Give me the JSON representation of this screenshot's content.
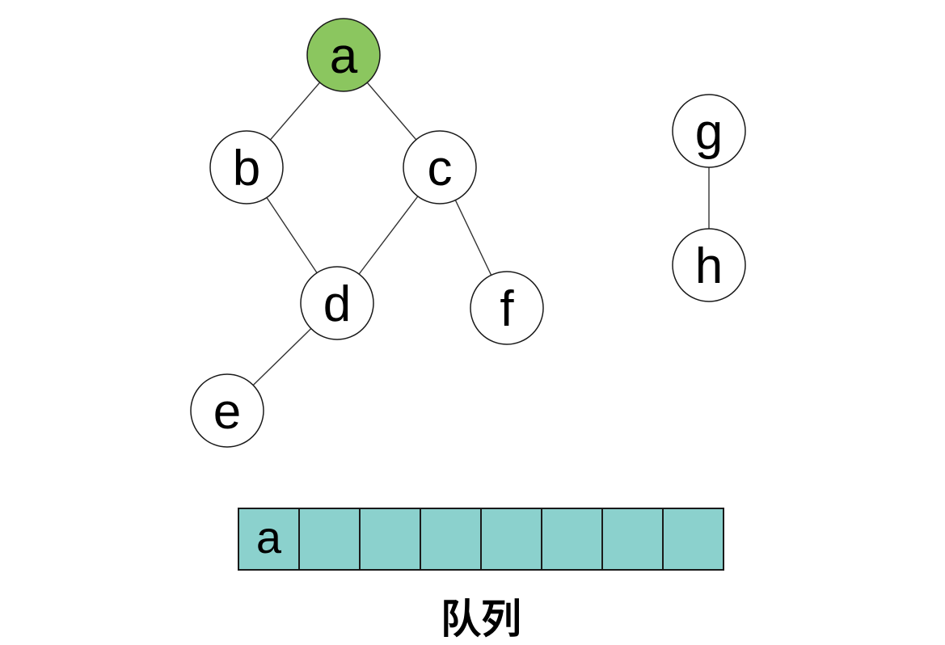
{
  "diagram": {
    "description_visible_text_only": ""
  },
  "graph": {
    "nodes": [
      {
        "id": "a",
        "label": "a",
        "fill": "#8BC65F",
        "highlighted": true
      },
      {
        "id": "b",
        "label": "b",
        "fill": "#FFFFFF",
        "highlighted": false
      },
      {
        "id": "c",
        "label": "c",
        "fill": "#FFFFFF",
        "highlighted": false
      },
      {
        "id": "d",
        "label": "d",
        "fill": "#FFFFFF",
        "highlighted": false
      },
      {
        "id": "e",
        "label": "e",
        "fill": "#FFFFFF",
        "highlighted": false
      },
      {
        "id": "f",
        "label": "f",
        "fill": "#FFFFFF",
        "highlighted": false
      },
      {
        "id": "g",
        "label": "g",
        "fill": "#FFFFFF",
        "highlighted": false
      },
      {
        "id": "h",
        "label": "h",
        "fill": "#FFFFFF",
        "highlighted": false
      }
    ],
    "edges": [
      "a-b",
      "a-c",
      "b-d",
      "c-d",
      "c-f",
      "d-e",
      "g-h"
    ]
  },
  "queue": {
    "cells": [
      "a",
      "",
      "",
      "",
      "",
      "",
      "",
      ""
    ],
    "caption": "队列",
    "cell_fill": "#8BD1CD"
  },
  "colors": {
    "highlight_green": "#8BC65F",
    "queue_teal": "#8BD1CD",
    "stroke": "#1a1a1a"
  }
}
